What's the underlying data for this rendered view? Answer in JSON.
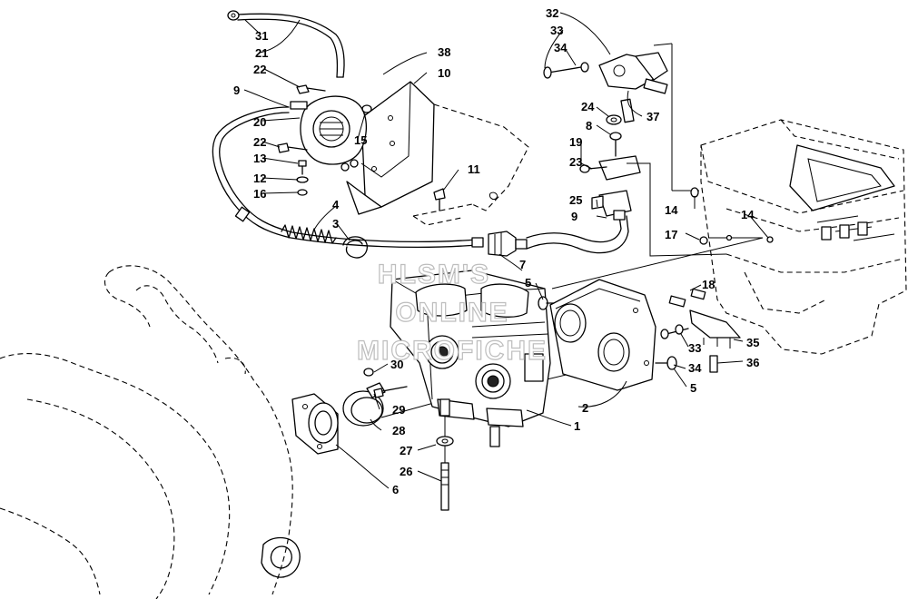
{
  "watermark": {
    "line1": "HLSM'S",
    "line2": "ONLINE",
    "line3": "MICROFICHE"
  },
  "callouts": [
    {
      "id": "c31",
      "text": "31"
    },
    {
      "id": "c21",
      "text": "21"
    },
    {
      "id": "c22a",
      "text": "22"
    },
    {
      "id": "c9a",
      "text": "9"
    },
    {
      "id": "c20",
      "text": "20"
    },
    {
      "id": "c22b",
      "text": "22"
    },
    {
      "id": "c13",
      "text": "13"
    },
    {
      "id": "c12",
      "text": "12"
    },
    {
      "id": "c16",
      "text": "16"
    },
    {
      "id": "c15",
      "text": "15"
    },
    {
      "id": "c38",
      "text": "38"
    },
    {
      "id": "c10",
      "text": "10"
    },
    {
      "id": "c11",
      "text": "11"
    },
    {
      "id": "c4",
      "text": "4"
    },
    {
      "id": "c3",
      "text": "3"
    },
    {
      "id": "c32",
      "text": "32"
    },
    {
      "id": "c33a",
      "text": "33"
    },
    {
      "id": "c34a",
      "text": "34"
    },
    {
      "id": "c37",
      "text": "37"
    },
    {
      "id": "c24",
      "text": "24"
    },
    {
      "id": "c8",
      "text": "8"
    },
    {
      "id": "c19",
      "text": "19"
    },
    {
      "id": "c23",
      "text": "23"
    },
    {
      "id": "c25",
      "text": "25"
    },
    {
      "id": "c9b",
      "text": "9"
    },
    {
      "id": "c14a",
      "text": "14"
    },
    {
      "id": "c14b",
      "text": "14"
    },
    {
      "id": "c17",
      "text": "17"
    },
    {
      "id": "c7",
      "text": "7"
    },
    {
      "id": "c5a",
      "text": "5"
    },
    {
      "id": "c18",
      "text": "18"
    },
    {
      "id": "c33b",
      "text": "33"
    },
    {
      "id": "c35",
      "text": "35"
    },
    {
      "id": "c34b",
      "text": "34"
    },
    {
      "id": "c36",
      "text": "36"
    },
    {
      "id": "c5b",
      "text": "5"
    },
    {
      "id": "c30",
      "text": "30"
    },
    {
      "id": "c2",
      "text": "2"
    },
    {
      "id": "c29",
      "text": "29"
    },
    {
      "id": "c28",
      "text": "28"
    },
    {
      "id": "c1",
      "text": "1"
    },
    {
      "id": "c27",
      "text": "27"
    },
    {
      "id": "c26",
      "text": "26"
    },
    {
      "id": "c6",
      "text": "6"
    }
  ]
}
